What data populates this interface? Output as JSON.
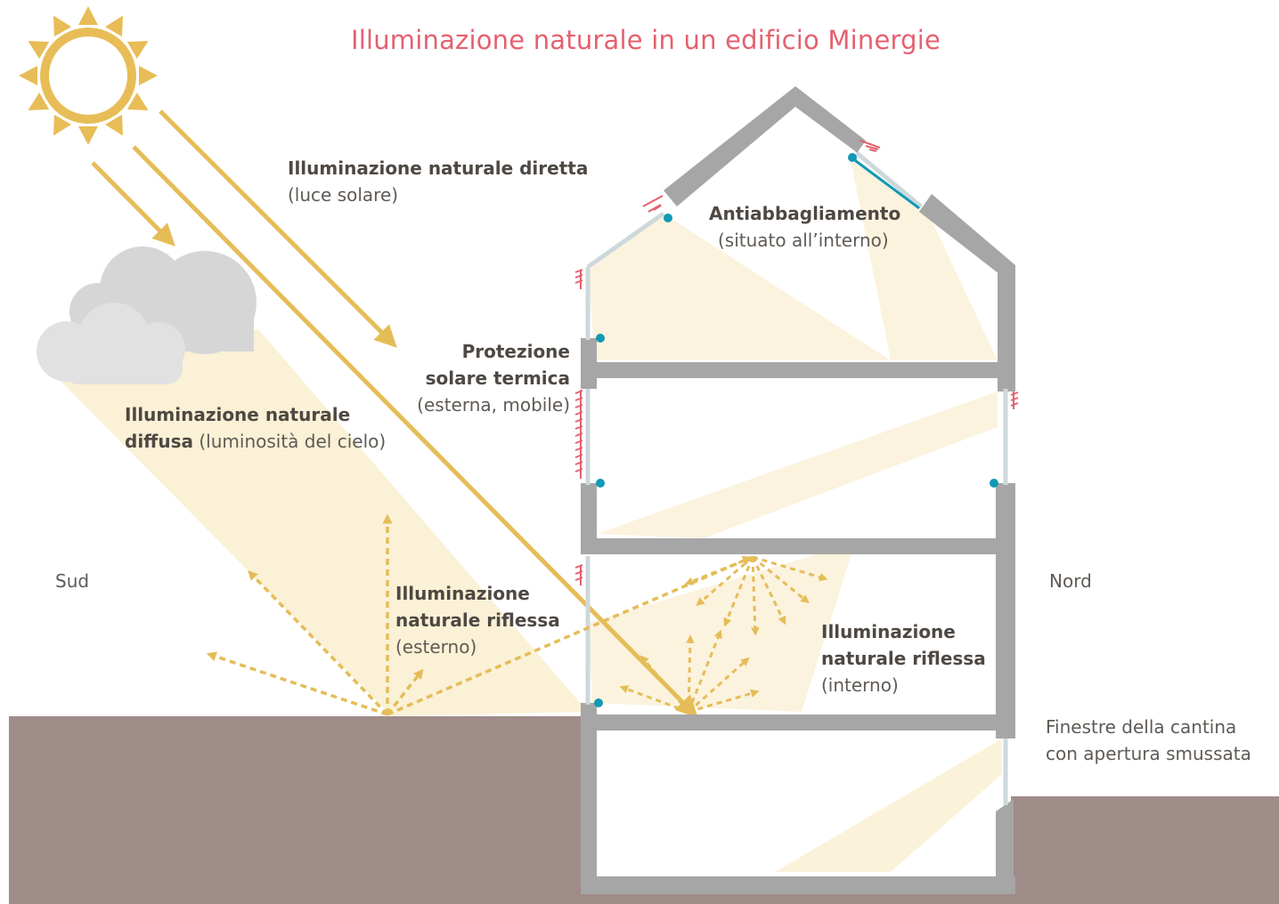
{
  "title": "Illuminazione naturale in un edificio Minergie",
  "orientation": {
    "south": "Sud",
    "north": "Nord"
  },
  "labels": {
    "direct": {
      "bold": "Illuminazione naturale diretta",
      "normal": "(luce solare)"
    },
    "diffuse": {
      "bold_1": "Illuminazione naturale",
      "bold_2": "diffusa",
      "normal": "(luminosità del cielo)"
    },
    "reflected_ext": {
      "bold_1": "Illuminazione",
      "bold_2": "naturale riflessa",
      "normal": "(esterno)"
    },
    "glare": {
      "bold": "Antiabbagliamento",
      "normal": "(situato all’interno)"
    },
    "thermal": {
      "bold_1": "Protezione",
      "bold_2": "solare termica",
      "normal": "(esterna, mobile)"
    },
    "reflected_int": {
      "bold_1": "Illuminazione",
      "bold_2": "naturale riflessa",
      "normal": "(interno)"
    },
    "basement": {
      "line_1": "Finestre della cantina",
      "line_2": "con apertura smussata"
    }
  },
  "colors": {
    "title": "#e4616f",
    "sun": "#e8bd57",
    "arrow": "#e5bd58",
    "light_beam": "#f9ecc9",
    "cloud": "#d9d9d9",
    "wall": "#a6a6a6",
    "ground": "#9f8b88",
    "glass": "#cdd8dc",
    "sensor": "#1199b5",
    "shading": "#e4616f"
  },
  "icons": [
    "sun-icon",
    "cloud-icon"
  ]
}
